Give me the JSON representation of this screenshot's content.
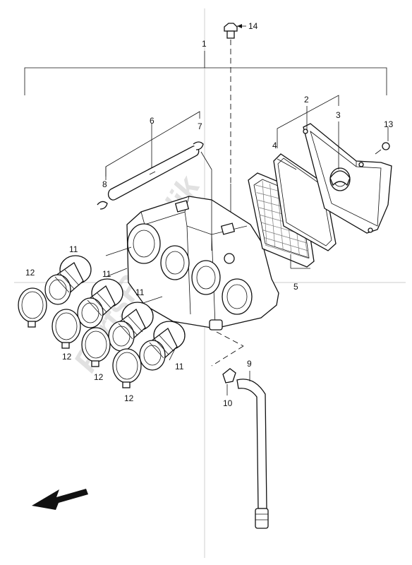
{
  "diagram": {
    "watermark": "PartsRepublik",
    "callouts": [
      {
        "id": "c1",
        "text": "1"
      },
      {
        "id": "c2",
        "text": "2"
      },
      {
        "id": "c3",
        "text": "3"
      },
      {
        "id": "c4",
        "text": "4"
      },
      {
        "id": "c5",
        "text": "5"
      },
      {
        "id": "c6",
        "text": "6"
      },
      {
        "id": "c7",
        "text": "7"
      },
      {
        "id": "c8",
        "text": "8"
      },
      {
        "id": "c9",
        "text": "9"
      },
      {
        "id": "c10",
        "text": "10"
      },
      {
        "id": "c11a",
        "text": "11"
      },
      {
        "id": "c11b",
        "text": "11"
      },
      {
        "id": "c11c",
        "text": "11"
      },
      {
        "id": "c11d",
        "text": "11"
      },
      {
        "id": "c12a",
        "text": "12"
      },
      {
        "id": "c12b",
        "text": "12"
      },
      {
        "id": "c12c",
        "text": "12"
      },
      {
        "id": "c12d",
        "text": "12"
      },
      {
        "id": "c13",
        "text": "13"
      },
      {
        "id": "c14",
        "text": "14"
      }
    ]
  }
}
